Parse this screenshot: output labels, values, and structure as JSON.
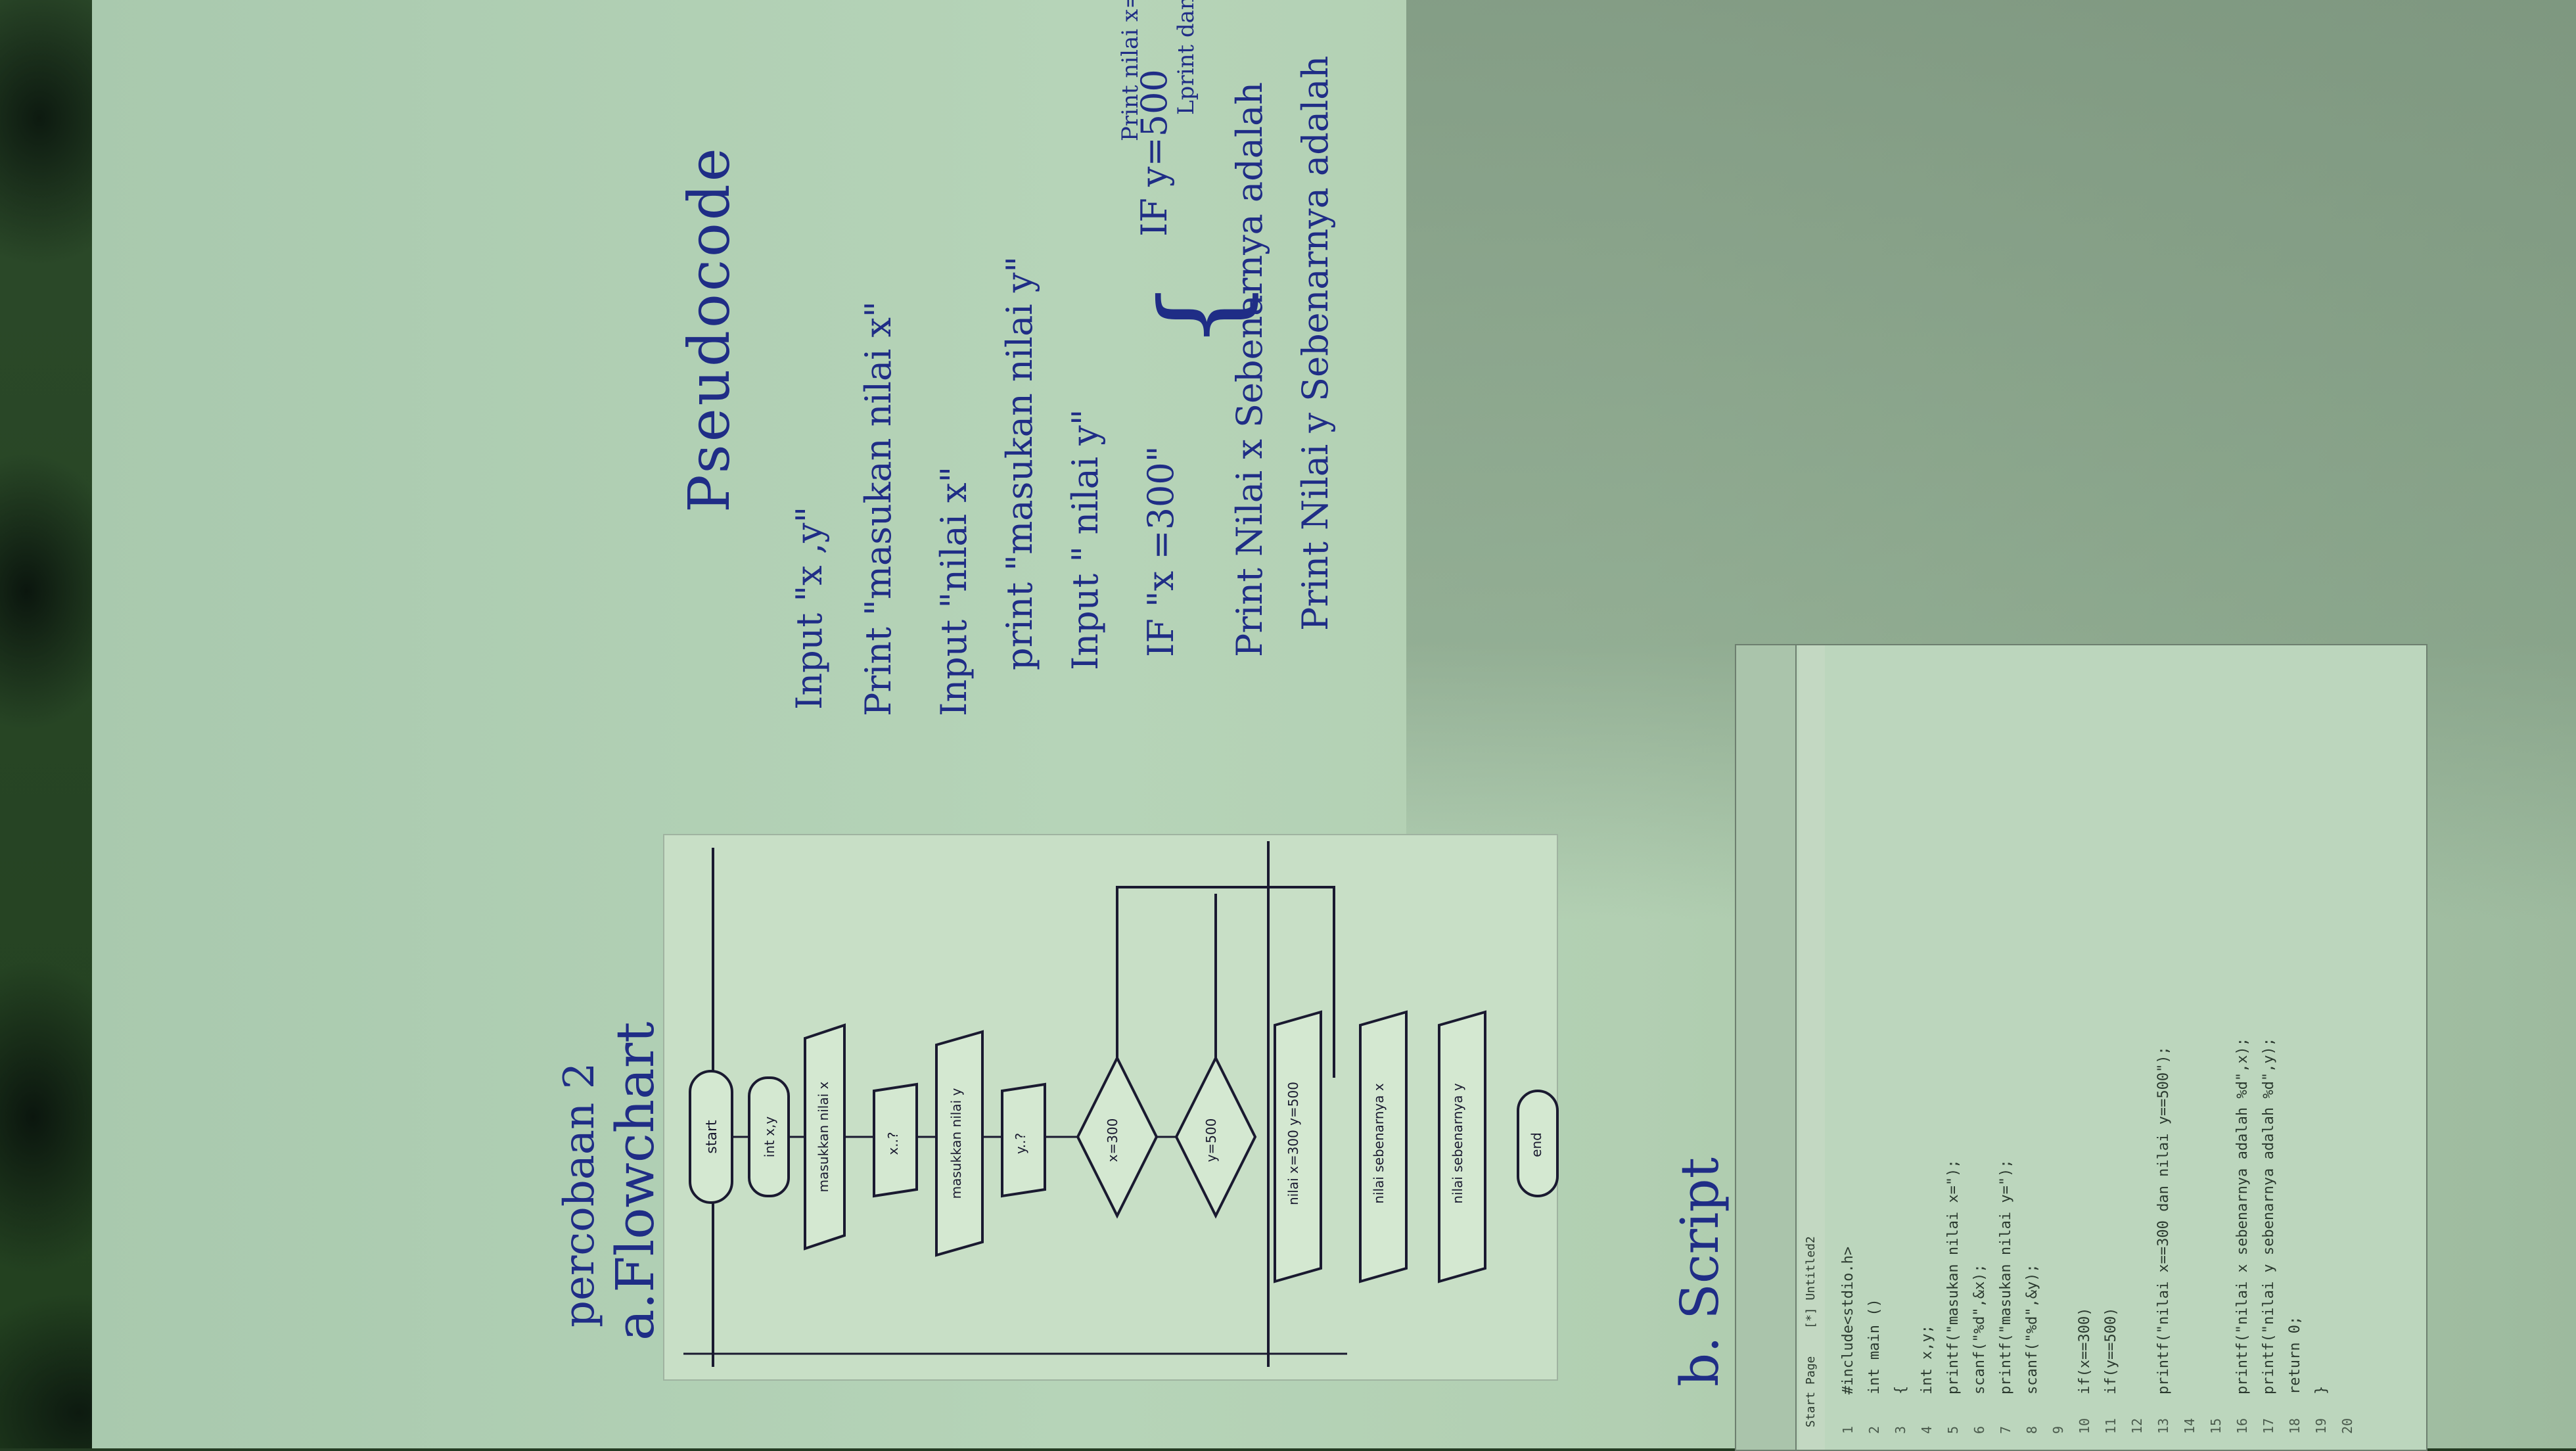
{
  "labels": {
    "percobaan": "percobaan 2",
    "flowchart_heading": "a.Flowchart",
    "pseudocode_heading": "Pseudocode",
    "script_heading": "b. Script"
  },
  "flowchart": {
    "start": "start",
    "input_xy": "int x,y",
    "print_x": "masukkan nilai x",
    "read_x": "x..?",
    "print_y": "masukkan nilai y",
    "read_y": "y..?",
    "decision_x": "x=300",
    "decision_y": "y=500",
    "out_both": "nilai x=300 y=500",
    "out_x": "nilai sebenarnya x",
    "out_y": "nilai sebenarnya y",
    "end": "end"
  },
  "pseudocode": {
    "lines": [
      "Input  \"x ,y\"",
      "Print  \"masukan nilai x\"",
      "Input  \"nilai x\"",
      "print  \"masukan nilai y\"",
      "Input  \" nilai y\"",
      "IF  \"x =300\"",
      "Print  Nilai  x  Sebenarnya adalah",
      "Print  Nilai  y  Sebenarnya adalah"
    ],
    "if_y": "IF  y=500",
    "branch_1": "Print nilai x=",
    "branch_2": "Lprint dan y"
  },
  "code_editor": {
    "tabs": [
      "Start Page",
      "[*] Untitled2"
    ],
    "lines": [
      "#include<stdio.h>",
      "int main ()",
      "{",
      "   int x,y;",
      "   printf(\"masukan nilai x=\");",
      "   scanf(\"%d\",&x);",
      "   printf(\"masukan nilai y=\");",
      "   scanf(\"%d\",&y);",
      "",
      "   if(x==300)",
      "   if(y==500)",
      "",
      "   printf(\"nilai x==300 dan nilai y==500\");",
      "",
      "",
      "   printf(\"nilai x sebenarnya adalah %d\",x);",
      "   printf(\"nilai y sebenarnya adalah %d\",y);",
      "   return 0;",
      "}",
      ""
    ],
    "line_numbers": [
      "1",
      "2",
      "3",
      "4",
      "5",
      "6",
      "7",
      "8",
      "9",
      "10",
      "11",
      "12",
      "13",
      "14",
      "15",
      "16",
      "17",
      "18",
      "19",
      "20"
    ]
  }
}
